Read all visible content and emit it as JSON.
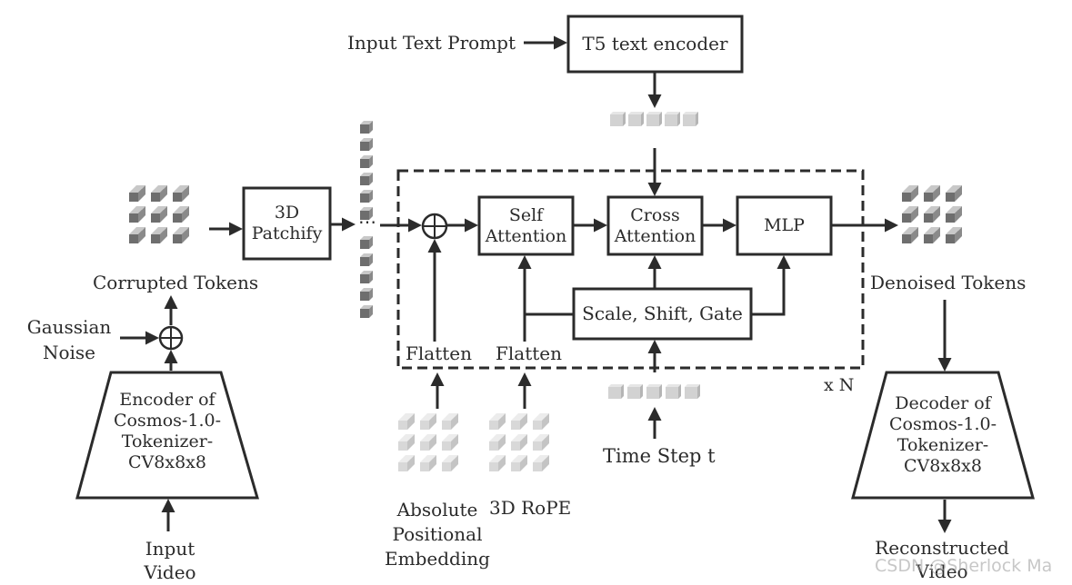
{
  "inputs": {
    "text_prompt": "Input Text Prompt",
    "gaussian_noise": "Gaussian\nNoise",
    "input_video": "Input\nVideo",
    "time_step": "Time Step t"
  },
  "blocks": {
    "t5_encoder": "T5 text encoder",
    "patchify": "3D\nPatchify",
    "self_attention": "Self\nAttention",
    "cross_attention": "Cross\nAttention",
    "mlp": "MLP",
    "scale_shift_gate": "Scale, Shift, Gate",
    "encoder": "Encoder of\nCosmos-1.0-\nTokenizer-\nCV8x8x8",
    "decoder": "Decoder of\nCosmos-1.0-\nTokenizer-\nCV8x8x8"
  },
  "labels": {
    "corrupted_tokens": "Corrupted Tokens",
    "denoised_tokens": "Denoised Tokens",
    "flatten_1": "Flatten",
    "flatten_2": "Flatten",
    "abs_pos_embedding": "Absolute\nPositional\nEmbedding",
    "rope": "3D RoPE",
    "repeat": "x N",
    "reconstructed_video": "Reconstructed\nVideo",
    "ellipsis": "⋯"
  },
  "watermark": "CSDN @Sherlock  Ma",
  "colors": {
    "stroke": "#2b2b2b",
    "cube_dark": "#5a5a5a",
    "cube_mid": "#8a8a8a",
    "cube_light": "#c8c8c8",
    "token_fill": "#d6d6d6"
  }
}
